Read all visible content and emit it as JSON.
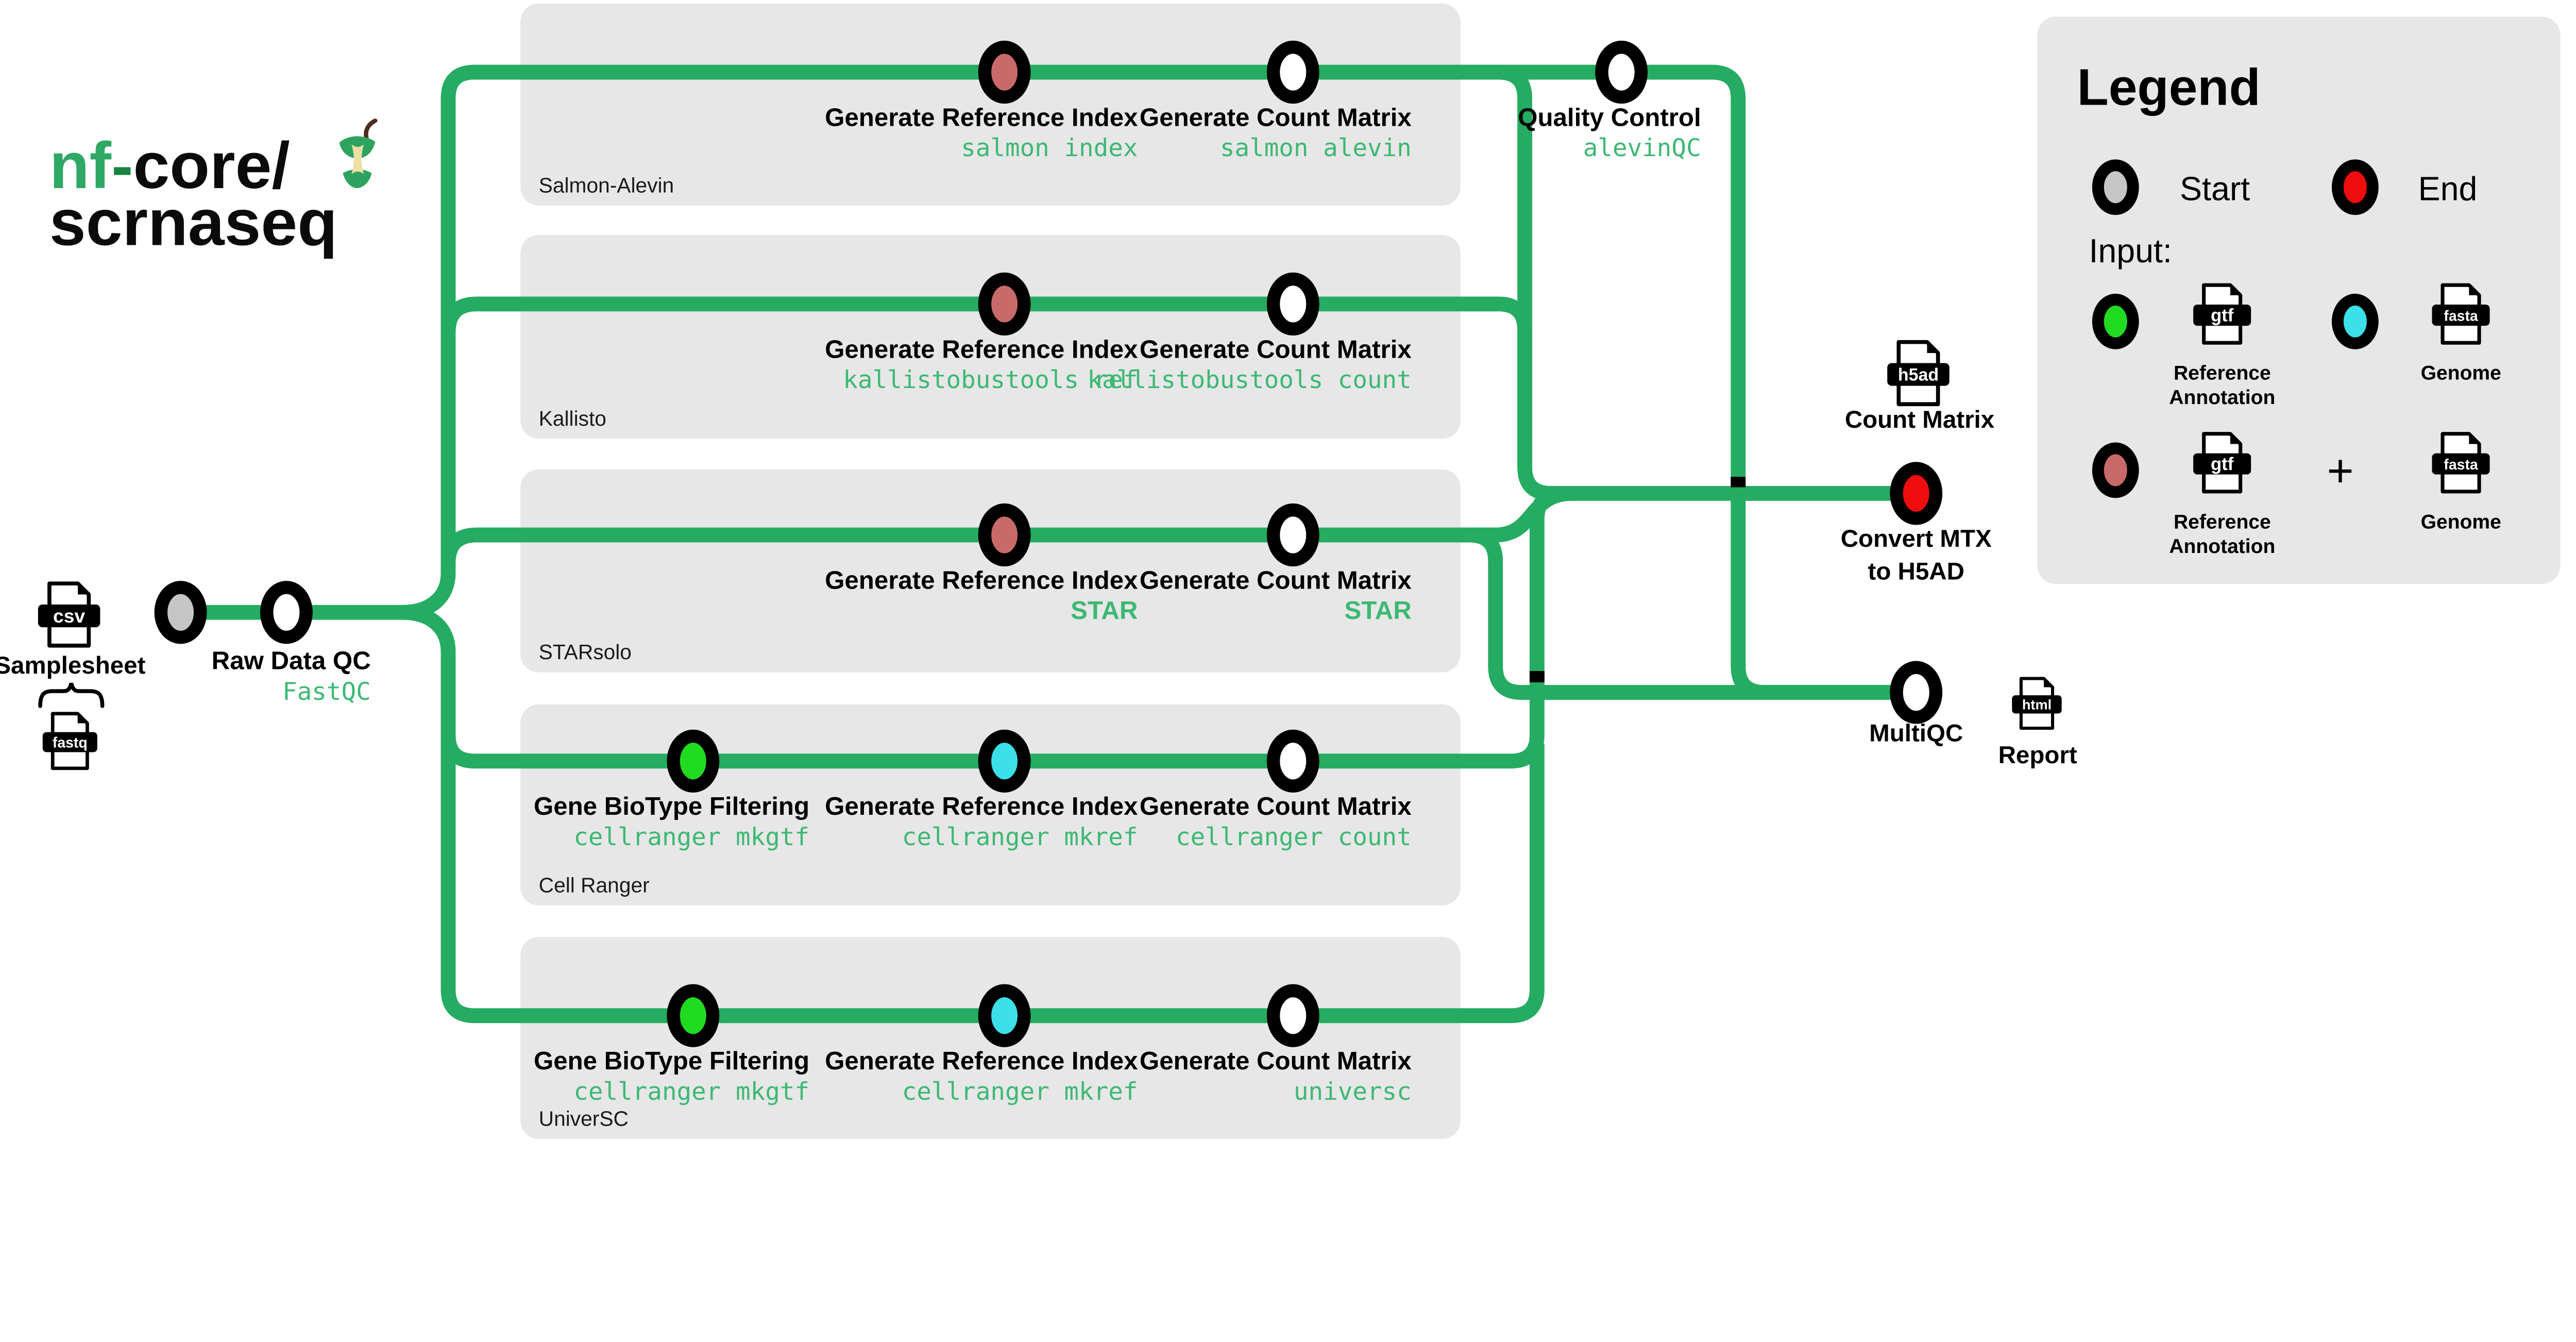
{
  "logo": {
    "part_green": "nf",
    "part_dash": "-",
    "part_black": "core/",
    "line2": "scrnaseq"
  },
  "files": {
    "samplesheet_ext": "csv",
    "samplesheet_label": "Samplesheet",
    "fastq_ext": "fastq"
  },
  "main": {
    "raw_qc_label": "Raw Data QC",
    "raw_qc_tool": "FastQC"
  },
  "lanes": [
    {
      "name": "Salmon-Alevin",
      "steps": [
        {
          "label": "Generate Reference Index",
          "tool": "salmon index"
        },
        {
          "label": "Generate Count Matrix",
          "tool": "salmon alevin"
        }
      ]
    },
    {
      "name": "Kallisto",
      "steps": [
        {
          "label": "Generate Reference Index",
          "tool": "kallistobustools ref"
        },
        {
          "label": "Generate Count Matrix",
          "tool": "kallistobustools count"
        }
      ]
    },
    {
      "name": "STARsolo",
      "steps": [
        {
          "label": "Generate Reference Index",
          "tool": "STAR"
        },
        {
          "label": "Generate Count Matrix",
          "tool": "STAR"
        }
      ]
    },
    {
      "name": "Cell Ranger",
      "steps": [
        {
          "label": "Gene BioType Filtering",
          "tool": "cellranger mkgtf"
        },
        {
          "label": "Generate Reference Index",
          "tool": "cellranger mkref"
        },
        {
          "label": "Generate Count Matrix",
          "tool": "cellranger count"
        }
      ]
    },
    {
      "name": "UniverSC",
      "steps": [
        {
          "label": "Gene BioType Filtering",
          "tool": "cellranger mkgtf"
        },
        {
          "label": "Generate Reference Index",
          "tool": "cellranger mkref"
        },
        {
          "label": "Generate Count Matrix",
          "tool": "universc"
        }
      ]
    }
  ],
  "qc": {
    "label": "Quality Control",
    "tool": "alevinQC"
  },
  "outputs": {
    "h5ad_ext": "h5ad",
    "count_matrix_label": "Count Matrix",
    "convert_line1": "Convert MTX",
    "convert_line2": "to H5AD",
    "multiqc_label": "MultiQC",
    "html_ext": "html",
    "report_label": "Report"
  },
  "legend": {
    "title": "Legend",
    "start_label": "Start",
    "end_label": "End",
    "input_label": "Input:",
    "gtf_ext": "gtf",
    "fasta_ext": "fasta",
    "reference_line1": "Reference",
    "reference_line2": "Annotation",
    "genome_label": "Genome",
    "plus": "+"
  },
  "colors": {
    "green_line": "#25ac62",
    "tool_text": "#3db874",
    "node_start_grey": "#c6c6c6",
    "node_end_red": "#ef0d0d",
    "node_input_green": "#21db21",
    "node_input_cyan": "#3be0e8",
    "node_input_salmon": "#c86a6a",
    "node_plain_white": "#ffffff",
    "lane_box_grey": "#e7e7e7"
  }
}
